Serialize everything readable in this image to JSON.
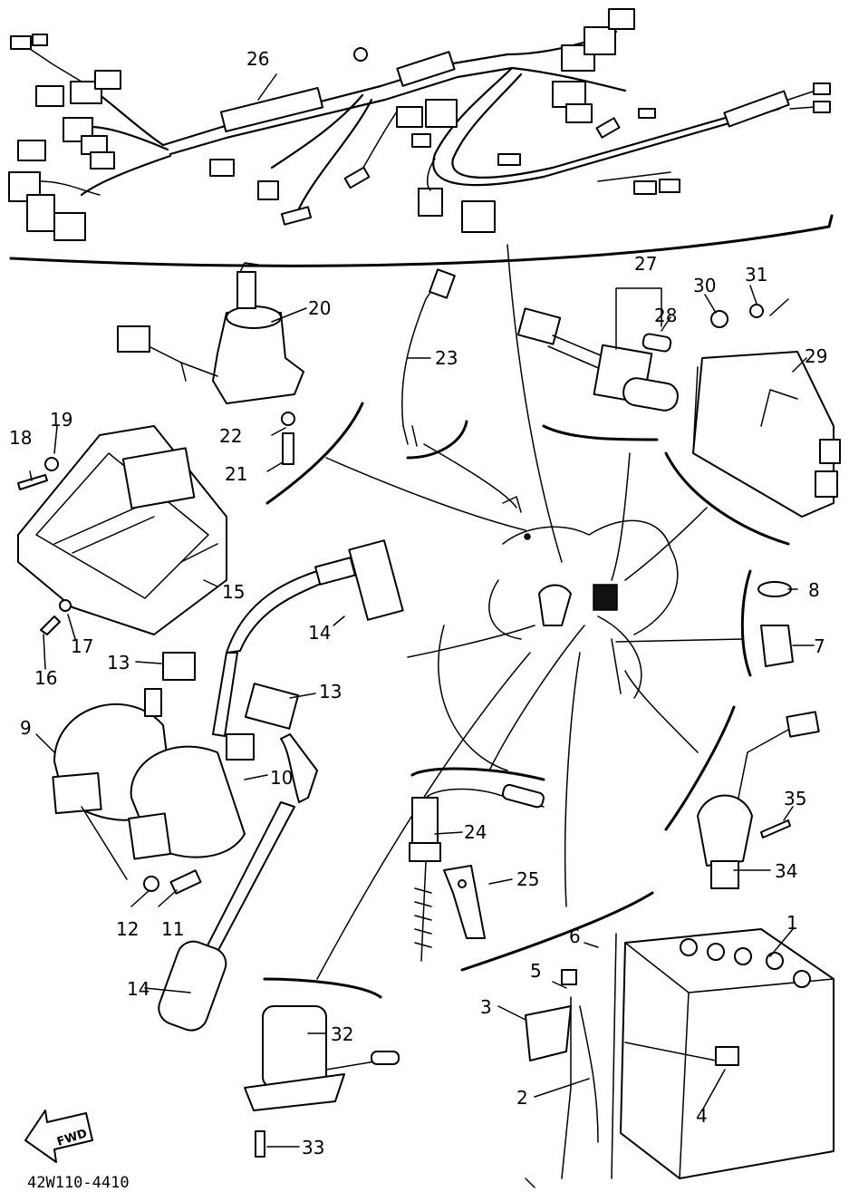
{
  "drawing_code": "42W110-4410",
  "fwd_label": "FWD",
  "callouts": {
    "c1": "1",
    "c2": "2",
    "c3": "3",
    "c4": "4",
    "c5": "5",
    "c6": "6",
    "c7": "7",
    "c8": "8",
    "c9": "9",
    "c10": "10",
    "c11": "11",
    "c12": "12",
    "c13a": "13",
    "c13b": "13",
    "c14a": "14",
    "c14b": "14",
    "c15": "15",
    "c16": "16",
    "c17": "17",
    "c18": "18",
    "c19": "19",
    "c20": "20",
    "c21": "21",
    "c22": "22",
    "c23": "23",
    "c24": "24",
    "c25": "25",
    "c26": "26",
    "c27": "27",
    "c28": "28",
    "c29": "29",
    "c30": "30",
    "c31": "31",
    "c32": "32",
    "c33": "33",
    "c34": "34",
    "c35": "35"
  }
}
